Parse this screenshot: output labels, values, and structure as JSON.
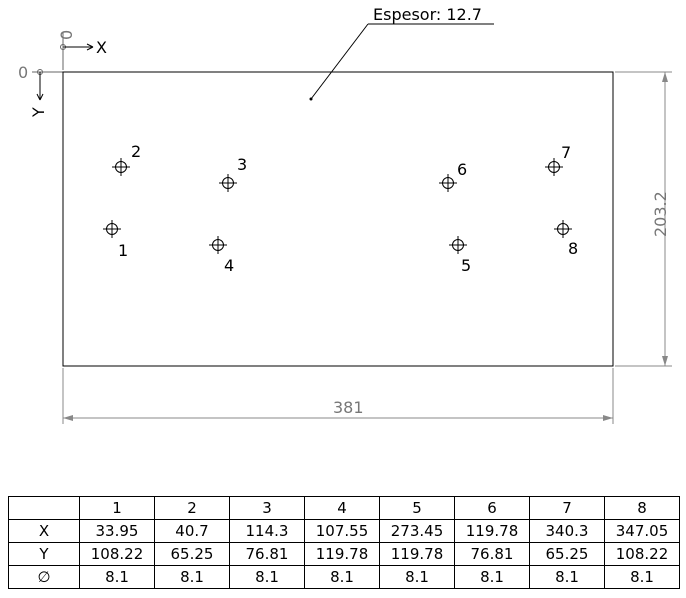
{
  "drawing": {
    "thickness_label": "Espesor: 12.7",
    "origin": {
      "x_axis": "X",
      "y_axis": "Y",
      "x_zero": "0",
      "y_zero": "0"
    },
    "width_label": "381",
    "height_label": "203.2",
    "hole_labels": [
      "1",
      "2",
      "3",
      "4",
      "5",
      "6",
      "7",
      "8"
    ]
  },
  "table": {
    "header": [
      "",
      "1",
      "2",
      "3",
      "4",
      "5",
      "6",
      "7",
      "8"
    ],
    "rows": [
      {
        "label": "X",
        "values": [
          "33.95",
          "40.7",
          "114.3",
          "107.55",
          "273.45",
          "119.78",
          "340.3",
          "347.05"
        ]
      },
      {
        "label": "Y",
        "values": [
          "108.22",
          "65.25",
          "76.81",
          "119.78",
          "119.78",
          "76.81",
          "65.25",
          "108.22"
        ]
      },
      {
        "label": "∅",
        "values": [
          "8.1",
          "8.1",
          "8.1",
          "8.1",
          "8.1",
          "8.1",
          "8.1",
          "8.1"
        ]
      }
    ]
  }
}
